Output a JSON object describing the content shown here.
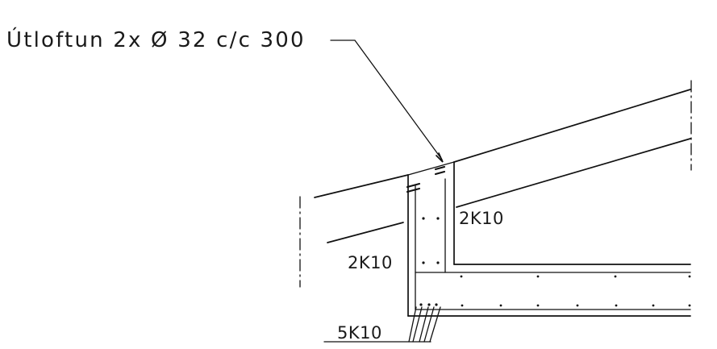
{
  "labels": {
    "title": "Útloftun 2x Ø 32 c/c 300",
    "rebar_right": "2K10",
    "rebar_left": "2K10",
    "rebar_bottom": "5K10"
  }
}
